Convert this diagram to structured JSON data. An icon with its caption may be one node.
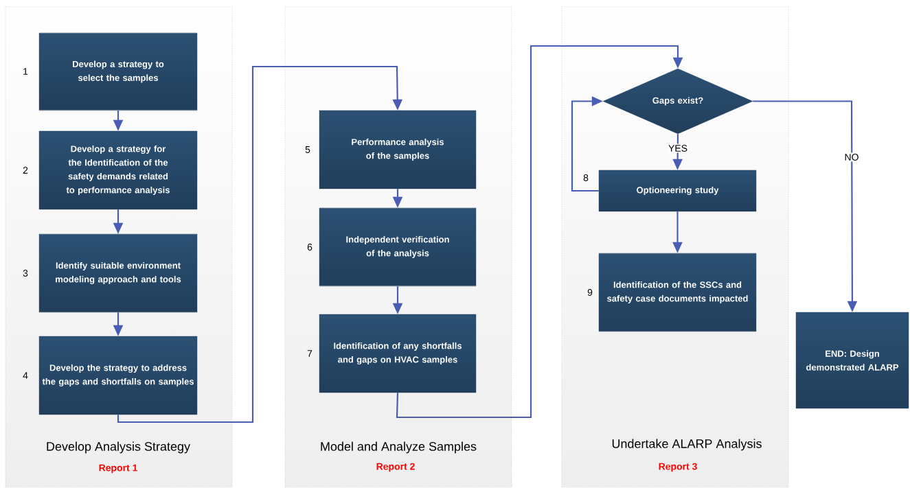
{
  "diagram": {
    "nodes": [
      {
        "text": [
          "Develop Analysis Strategy",
          "Report 1"
        ]
      },
      {
        "text": [
          "Develop a strategy to select the samples"
        ],
        "in": 0,
        "beside": [
          "1"
        ]
      },
      {
        "text": [
          "Develop a strategy for the Identification of the safety demands related to performance analysis"
        ],
        "in": 0,
        "beside": [
          "2"
        ]
      },
      {
        "text": [
          "Identify suitable environment modeling approach and tools"
        ],
        "in": 0,
        "beside": [
          "3"
        ]
      },
      {
        "text": [
          "Develop the strategy to address the gaps and shortfalls on samples"
        ],
        "in": 0,
        "beside": [
          "4"
        ]
      },
      {
        "text": [
          "Model and Analyze Samples",
          "Report 2"
        ]
      },
      {
        "text": [
          "Performance analysis of the samples"
        ],
        "in": 5,
        "beside": [
          "5"
        ]
      },
      {
        "text": [
          "Independent verification of the analysis"
        ],
        "in": 5,
        "beside": [
          "6"
        ]
      },
      {
        "text": [
          "Identification of any shortfalls and gaps on HVAC samples"
        ],
        "in": 5,
        "beside": [
          "7"
        ]
      },
      {
        "text": [
          "Undertake ALARP Analysis",
          "Report 3"
        ]
      },
      {
        "text": [
          "Gaps exist?"
        ],
        "in": 9
      },
      {
        "text": [
          "Optioneering study"
        ],
        "in": 9,
        "beside": [
          "8"
        ]
      },
      {
        "text": [
          "Identification of the SSCs and safety case documents impacted"
        ],
        "in": 9,
        "beside": [
          "9"
        ]
      },
      {
        "text": [
          "END: Design demonstrated ALARP"
        ]
      }
    ],
    "edges": [
      {
        "from": 1,
        "to": 2,
        "arrow": "to"
      },
      {
        "from": 2,
        "to": 3,
        "arrow": "to"
      },
      {
        "from": 3,
        "to": 4,
        "arrow": "to"
      },
      {
        "from": 4,
        "to": 6,
        "arrow": "to"
      },
      {
        "from": 6,
        "to": 7,
        "arrow": "to"
      },
      {
        "from": 7,
        "to": 8,
        "arrow": "to"
      },
      {
        "from": 8,
        "to": 10,
        "arrow": "to"
      },
      {
        "from": 10,
        "to": 11,
        "label": "YES",
        "arrow": "to"
      },
      {
        "from": 11,
        "to": 10,
        "arrow": "to"
      },
      {
        "from": 11,
        "to": 12,
        "arrow": "to"
      },
      {
        "from": 10,
        "to": 13,
        "label": "NO",
        "arrow": "to"
      }
    ]
  }
}
